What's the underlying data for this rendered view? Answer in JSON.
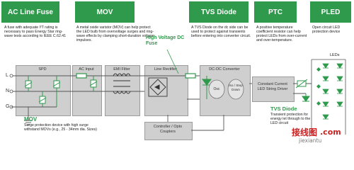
{
  "headers": {
    "ac_line_fuse": "AC Line Fuse",
    "mov": "MOV",
    "tvs_diode": "TVS Diode",
    "ptc": "PTC",
    "pled": "PLED"
  },
  "notes": {
    "fuse": "A fuse with adequate I²T rating is necessary to pass Energy Star ring-wave tests according to IEEE C.62.41",
    "mov": "A metal oxide varistor (MOV) can help protect the LED bulb from overvoltage surges and ring-wave effects by clamping short-duration voltage impulses.",
    "hv_fuse": "High Voltage DC Fuse",
    "tvs": "A TVS Diode on the dc side can be used to protect against transients before entering into converter circuit.",
    "ptc": "A positive temperature coefficient resistor can help protect LEDs from over-current and over-temperature.",
    "pled": "Open circuit LED protection device",
    "mov_bottom_title": "MOV",
    "mov_bottom": "Surge protection device with high surge withstand MOVs (e.g., 25 - 34mm dia. Sizes)",
    "tvs_bottom_title": "TVS Diode",
    "tvs_bottom": "Transient protection for energy let through to the LED circuit"
  },
  "blocks": {
    "spd": "SPD",
    "ac_input": "AC Input",
    "emi": "EMI Filter",
    "rectifier": "Line Rectifier",
    "dcdc": "DC-DC Converter",
    "osc": "Osc",
    "iso": "Iso / Step Down",
    "constant": "Constant Current LED String Driver",
    "controller": "Controller / Opto Couplers"
  },
  "lines": {
    "l": "L",
    "n": "N",
    "g": "G"
  },
  "leds_label": "LEDs",
  "watermark": {
    "cn": "接线图",
    "url": "jiexiantu",
    "com": ".com"
  },
  "colors": {
    "green": "#2f9a4c",
    "block": "#cfcfcf",
    "wire": "#555555",
    "led": "#2f9a4c"
  }
}
